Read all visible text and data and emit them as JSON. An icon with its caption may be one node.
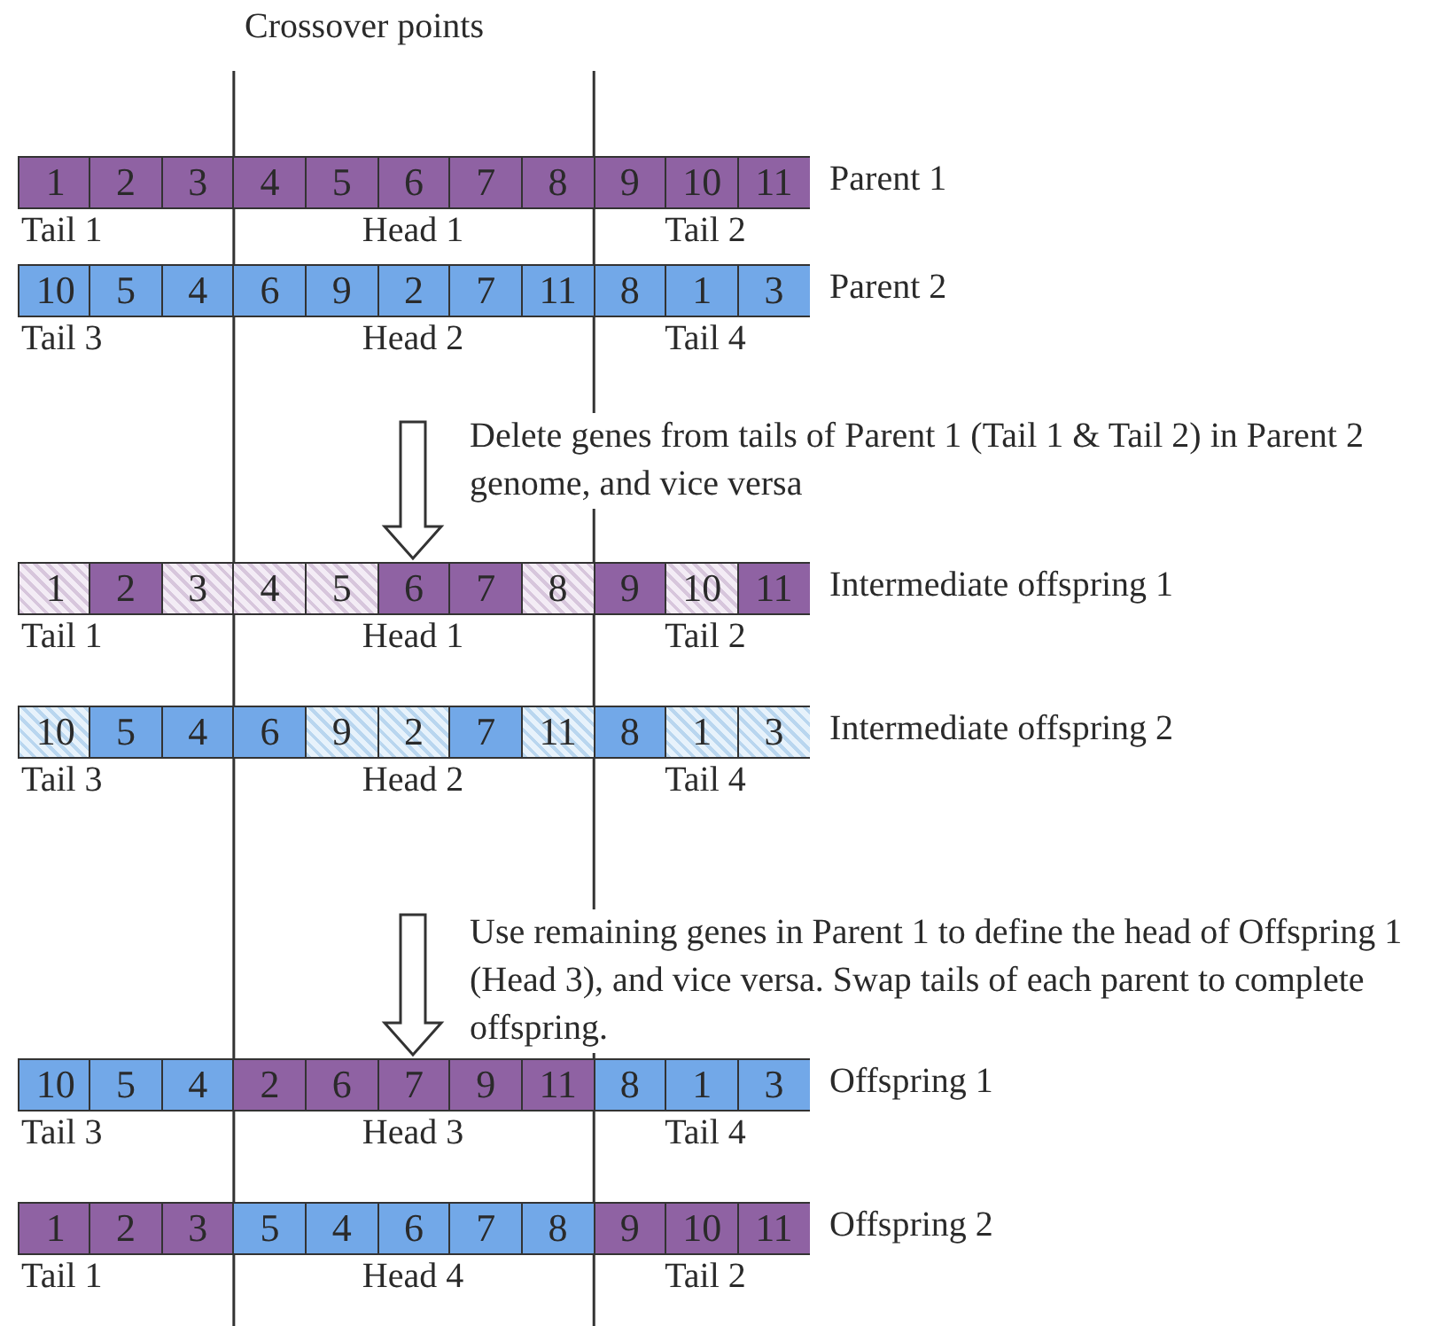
{
  "diagram": {
    "nodes": [
      {
        "text": [
          "Parent 1"
        ]
      },
      {
        "text": [
          "1"
        ],
        "in": 0
      },
      {
        "text": [
          "2"
        ],
        "in": 0
      },
      {
        "text": [
          "3"
        ],
        "in": 0
      },
      {
        "text": [
          "4"
        ],
        "in": 0
      },
      {
        "text": [
          "5"
        ],
        "in": 0
      },
      {
        "text": [
          "6"
        ],
        "in": 0
      },
      {
        "text": [
          "7"
        ],
        "in": 0
      },
      {
        "text": [
          "8"
        ],
        "in": 0
      },
      {
        "text": [
          "9"
        ],
        "in": 0
      },
      {
        "text": [
          "10"
        ],
        "in": 0
      },
      {
        "text": [
          "11"
        ],
        "in": 0
      },
      {
        "text": [
          "Parent 2"
        ]
      },
      {
        "text": [
          "10"
        ],
        "in": 12
      },
      {
        "text": [
          "5"
        ],
        "in": 12
      },
      {
        "text": [
          "4"
        ],
        "in": 12
      },
      {
        "text": [
          "6"
        ],
        "in": 12
      },
      {
        "text": [
          "9"
        ],
        "in": 12
      },
      {
        "text": [
          "2"
        ],
        "in": 12
      },
      {
        "text": [
          "7"
        ],
        "in": 12
      },
      {
        "text": [
          "11"
        ],
        "in": 12
      },
      {
        "text": [
          "8"
        ],
        "in": 12
      },
      {
        "text": [
          "1"
        ],
        "in": 12
      },
      {
        "text": [
          "3"
        ],
        "in": 12
      },
      {
        "text": [
          "Intermediate offspring 1"
        ]
      },
      {
        "text": [
          "1"
        ],
        "in": 24
      },
      {
        "text": [
          "2"
        ],
        "in": 24
      },
      {
        "text": [
          "3"
        ],
        "in": 24
      },
      {
        "text": [
          "4"
        ],
        "in": 24
      },
      {
        "text": [
          "5"
        ],
        "in": 24
      },
      {
        "text": [
          "6"
        ],
        "in": 24
      },
      {
        "text": [
          "7"
        ],
        "in": 24
      },
      {
        "text": [
          "8"
        ],
        "in": 24
      },
      {
        "text": [
          "9"
        ],
        "in": 24
      },
      {
        "text": [
          "10"
        ],
        "in": 24
      },
      {
        "text": [
          "11"
        ],
        "in": 24
      },
      {
        "text": [
          "Intermediate offspring 2"
        ]
      },
      {
        "text": [
          "10"
        ],
        "in": 36
      },
      {
        "text": [
          "5"
        ],
        "in": 36
      },
      {
        "text": [
          "4"
        ],
        "in": 36
      },
      {
        "text": [
          "6"
        ],
        "in": 36
      },
      {
        "text": [
          "9"
        ],
        "in": 36
      },
      {
        "text": [
          "2"
        ],
        "in": 36
      },
      {
        "text": [
          "7"
        ],
        "in": 36
      },
      {
        "text": [
          "11"
        ],
        "in": 36
      },
      {
        "text": [
          "8"
        ],
        "in": 36
      },
      {
        "text": [
          "1"
        ],
        "in": 36
      },
      {
        "text": [
          "3"
        ],
        "in": 36
      },
      {
        "text": [
          "Offspring 1"
        ]
      },
      {
        "text": [
          "10"
        ],
        "in": 48
      },
      {
        "text": [
          "5"
        ],
        "in": 48
      },
      {
        "text": [
          "4"
        ],
        "in": 48
      },
      {
        "text": [
          "2"
        ],
        "in": 48
      },
      {
        "text": [
          "6"
        ],
        "in": 48
      },
      {
        "text": [
          "7"
        ],
        "in": 48
      },
      {
        "text": [
          "9"
        ],
        "in": 48
      },
      {
        "text": [
          "11"
        ],
        "in": 48
      },
      {
        "text": [
          "8"
        ],
        "in": 48
      },
      {
        "text": [
          "1"
        ],
        "in": 48
      },
      {
        "text": [
          "3"
        ],
        "in": 48
      },
      {
        "text": [
          "Offspring 2"
        ]
      },
      {
        "text": [
          "1"
        ],
        "in": 60
      },
      {
        "text": [
          "2"
        ],
        "in": 60
      },
      {
        "text": [
          "3"
        ],
        "in": 60
      },
      {
        "text": [
          "5"
        ],
        "in": 60
      },
      {
        "text": [
          "4"
        ],
        "in": 60
      },
      {
        "text": [
          "6"
        ],
        "in": 60
      },
      {
        "text": [
          "7"
        ],
        "in": 60
      },
      {
        "text": [
          "8"
        ],
        "in": 60
      },
      {
        "text": [
          "9"
        ],
        "in": 60
      },
      {
        "text": [
          "10"
        ],
        "in": 60
      },
      {
        "text": [
          "11"
        ],
        "in": 60
      }
    ],
    "edges": [
      {
        "from": null,
        "to": 24,
        "arrow": "to",
        "label": "Delete genes from tails of Parent 1 (Tail 1 & Tail 2) in Parent 2 genome, and vice versa"
      },
      {
        "from": null,
        "to": 48,
        "arrow": "to",
        "label": "Use remaining genes in Parent 1 to define the head of Offspring 1 (Head 3), and vice versa. Swap tails of each parent to complete offspring."
      }
    ],
    "labels": [
      "Crossover points",
      "Tail 1",
      "Head 1",
      "Tail 2",
      "Tail 3",
      "Head 2",
      "Tail 4",
      "Tail 1",
      "Head 1",
      "Tail 2",
      "Tail 3",
      "Head 2",
      "Tail 4",
      "Tail 3",
      "Head 3",
      "Tail 4",
      "Tail 1",
      "Head 4",
      "Tail 2"
    ]
  }
}
